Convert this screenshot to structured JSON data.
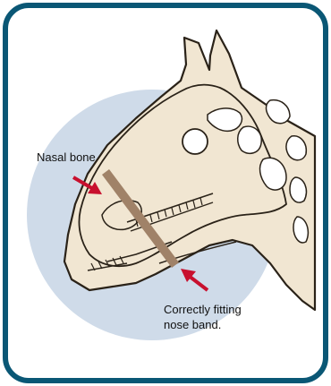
{
  "labels": {
    "nasal_bone": "Nasal bone",
    "nose_band_line1": "Correctly fitting",
    "nose_band_line2": "nose band."
  },
  "colors": {
    "frame_border": "#0a5775",
    "background_circle": "#cfdbe9",
    "horse_fill": "#f1e6d2",
    "outline": "#2a2218",
    "nose_band": "#a08268",
    "arrow": "#c8102e"
  }
}
